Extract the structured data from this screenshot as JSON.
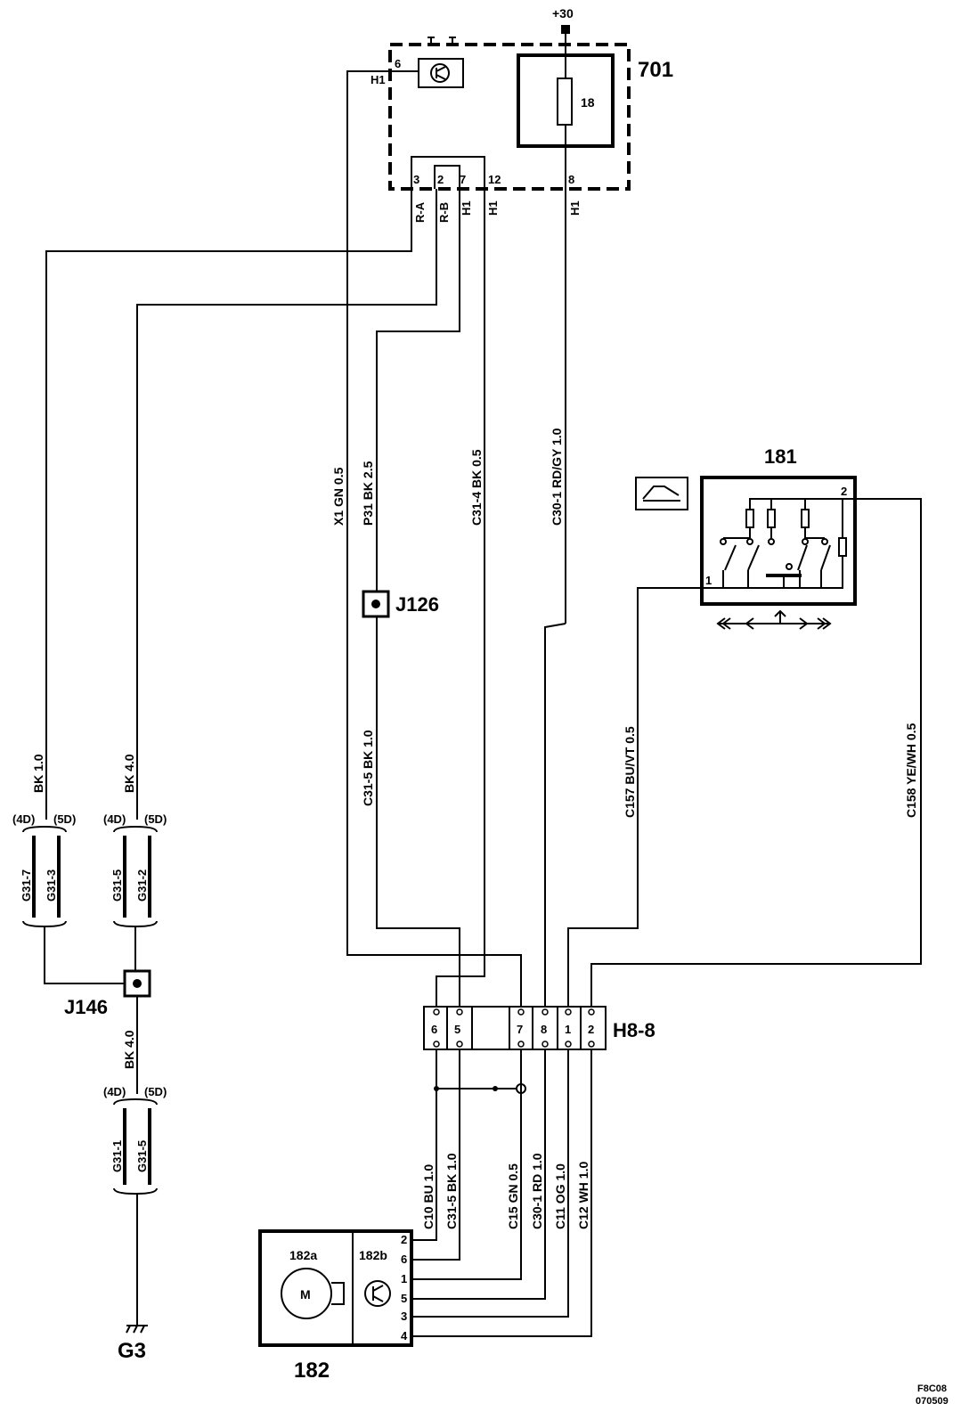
{
  "supply": "+30",
  "control_unit": {
    "id": "701",
    "fuse": "18",
    "pins": [
      "3",
      "2",
      "7",
      "12",
      "8"
    ],
    "top_pin": "6",
    "top_label": "H1"
  },
  "pin_labels": {
    "p3": "R-A",
    "p2": "R-B",
    "p7": "H1",
    "p12": "H1",
    "p8": "H1"
  },
  "wires": {
    "x1": "X1  GN  0.5",
    "p31": "P31  BK  2.5",
    "c31_4": "C31-4  BK  0.5",
    "c30_1": "C30-1  RD/GY  1.0",
    "c31_5": "C31-5  BK  1.0",
    "c157": "C157  BU/VT  0.5",
    "c158": "C158  YE/WH  0.5",
    "bk10": "BK 1.0",
    "bk40a": "BK 4.0",
    "bk40b": "BK 4.0",
    "c10": "C10  BU  1.0",
    "c31_5b": "C31-5  BK 1.0",
    "c15": "C15  GN  0.5",
    "c30_1b": "C30-1  RD  1.0",
    "c11": "C11  OG  1.0",
    "c12": "C12  WH  1.0"
  },
  "junctions": {
    "j126": "J126",
    "j146": "J146"
  },
  "variants": {
    "v4d": "(4D)",
    "v5d": "(5D)"
  },
  "ground_conn": {
    "a1": "G31-7",
    "a2": "G31-3",
    "b1": "G31-5",
    "b2": "G31-2",
    "c1": "G31-1",
    "c2": "G31-5"
  },
  "ground": "G3",
  "switch": {
    "id": "181",
    "pin1": "1",
    "pin2": "2"
  },
  "connector": {
    "id": "H8-8",
    "pins": [
      "6",
      "5",
      "7",
      "8",
      "1",
      "2"
    ]
  },
  "motor": {
    "id": "182",
    "a": "182a",
    "b": "182b",
    "m": "M",
    "pins": [
      "2",
      "6",
      "1",
      "5",
      "3",
      "4"
    ]
  },
  "figure_code": "F8C08",
  "figure_date": "070509"
}
